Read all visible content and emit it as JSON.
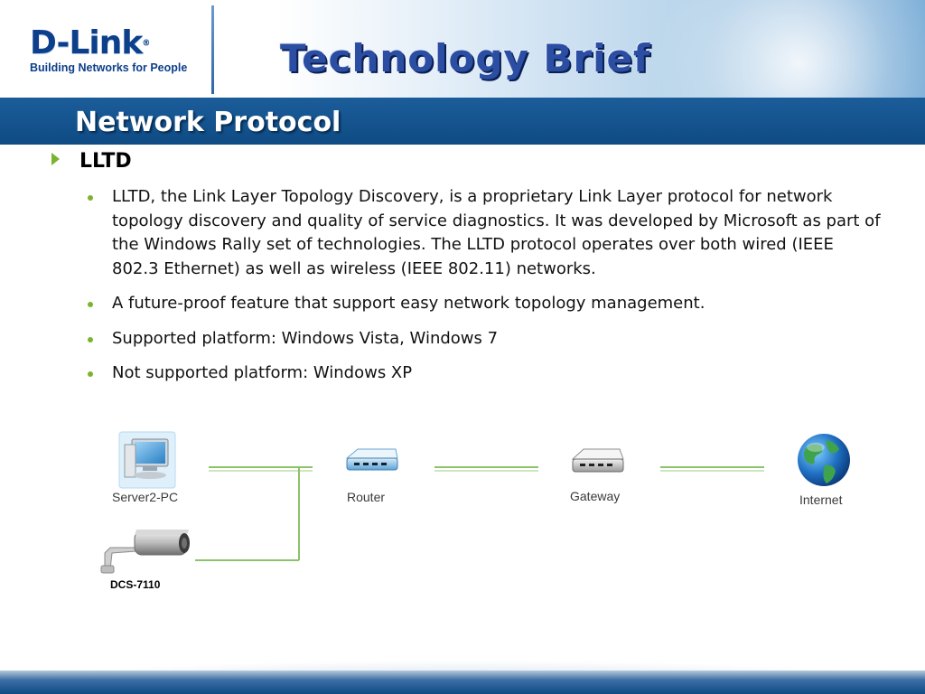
{
  "header": {
    "logo_name": "D-Link",
    "logo_reg": "®",
    "logo_tagline": "Building Networks for People",
    "brief_title": "Technology Brief"
  },
  "title_bar": {
    "title": "Network Protocol"
  },
  "section": {
    "heading": "LLTD"
  },
  "bullets": [
    "LLTD, the Link Layer Topology Discovery, is a proprietary Link Layer protocol for network topology discovery and quality of service diagnostics. It was developed by Microsoft as part of the Windows Rally set of technologies. The LLTD protocol operates over both wired (IEEE 802.3 Ethernet) as well as wireless (IEEE 802.11) networks.",
    "A future-proof feature that support easy network topology management.",
    "Supported platform: Windows Vista, Windows 7",
    "Not supported platform: Windows XP"
  ],
  "diagram": {
    "pc_label": "Server2-PC",
    "router_label": "Router",
    "gateway_label": "Gateway",
    "internet_label": "Internet",
    "camera_label": "DCS-7110",
    "link_color": "#8cc26a"
  },
  "colors": {
    "brand_blue": "#0d3f8a",
    "title_bar": "#0f4b84",
    "bullet_green": "#7ab32e"
  }
}
